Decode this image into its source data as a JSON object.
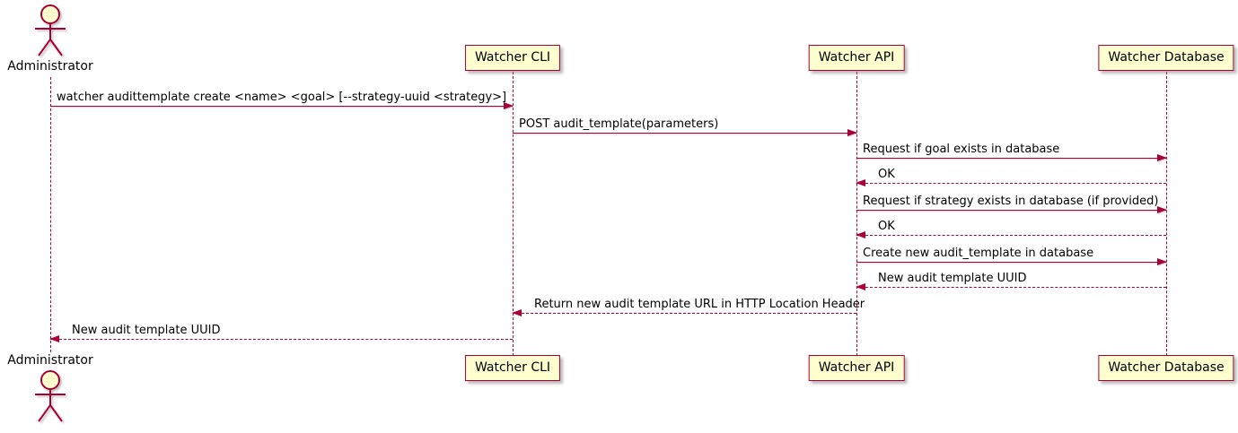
{
  "diagram": {
    "kind": "uml-sequence-diagram",
    "colors": {
      "line": "#A80036",
      "participant_fill": "#FEFECE",
      "text": "#000000",
      "background": "#FFFFFF"
    },
    "actor": {
      "name": "Administrator"
    },
    "participants": [
      {
        "label": "Watcher CLI"
      },
      {
        "label": "Watcher API"
      },
      {
        "label": "Watcher Database"
      }
    ],
    "messages": [
      {
        "from": "Administrator",
        "to": "Watcher CLI",
        "kind": "sync",
        "line": "solid",
        "label": "watcher audittemplate create <name> <goal> [--strategy-uuid <strategy>]"
      },
      {
        "from": "Watcher CLI",
        "to": "Watcher API",
        "kind": "sync",
        "line": "solid",
        "label": "POST audit_template(parameters)"
      },
      {
        "from": "Watcher API",
        "to": "Watcher Database",
        "kind": "sync",
        "line": "solid",
        "label": "Request if goal exists in database"
      },
      {
        "from": "Watcher Database",
        "to": "Watcher API",
        "kind": "return",
        "line": "dashed",
        "label": "OK"
      },
      {
        "from": "Watcher API",
        "to": "Watcher Database",
        "kind": "sync",
        "line": "solid",
        "label": "Request if strategy exists in database (if provided)"
      },
      {
        "from": "Watcher Database",
        "to": "Watcher API",
        "kind": "return",
        "line": "dashed",
        "label": "OK"
      },
      {
        "from": "Watcher API",
        "to": "Watcher Database",
        "kind": "sync",
        "line": "solid",
        "label": "Create new audit_template in database"
      },
      {
        "from": "Watcher Database",
        "to": "Watcher API",
        "kind": "return",
        "line": "dashed",
        "label": "New audit template UUID"
      },
      {
        "from": "Watcher API",
        "to": "Watcher CLI",
        "kind": "return",
        "line": "dashed",
        "label": "Return new audit template URL in HTTP Location Header"
      },
      {
        "from": "Watcher CLI",
        "to": "Administrator",
        "kind": "return",
        "line": "dashed",
        "label": "New audit template UUID"
      }
    ]
  }
}
